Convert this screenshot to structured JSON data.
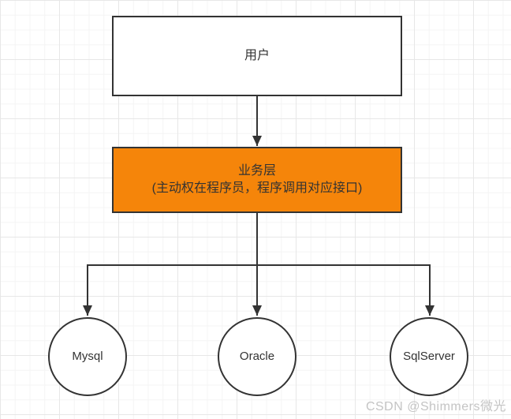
{
  "diagram": {
    "user_node": {
      "label": "用户"
    },
    "business_node": {
      "line1": "业务层",
      "line2": "(主动权在程序员，程序调用对应接口)"
    },
    "database_nodes": [
      {
        "label": "Mysql"
      },
      {
        "label": "Oracle"
      },
      {
        "label": "SqlServer"
      }
    ]
  },
  "watermark": {
    "text": "CSDN @Shimmers微光"
  },
  "colors": {
    "node_stroke": "#333333",
    "node_fill": "#FFFFFF",
    "business_fill": "#F5850A",
    "grid_minor": "#F4F4F4",
    "grid_major": "#E7E7E7",
    "watermark_text": "#C4C4C4"
  }
}
